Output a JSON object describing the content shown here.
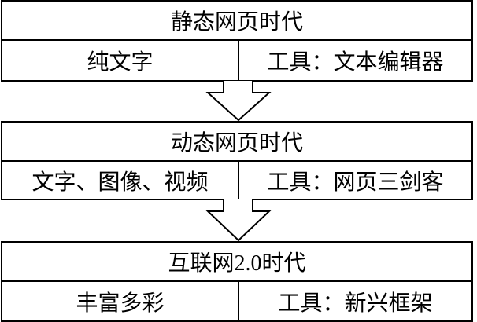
{
  "stages": [
    {
      "title": "静态网页时代",
      "left": "纯文字",
      "right": "工具：文本编辑器"
    },
    {
      "title": "动态网页时代",
      "left": "文字、图像、视频",
      "right": "工具：网页三剑客"
    },
    {
      "title": "互联网2.0时代",
      "left": "丰富多彩",
      "right": "工具：新兴框架"
    }
  ]
}
